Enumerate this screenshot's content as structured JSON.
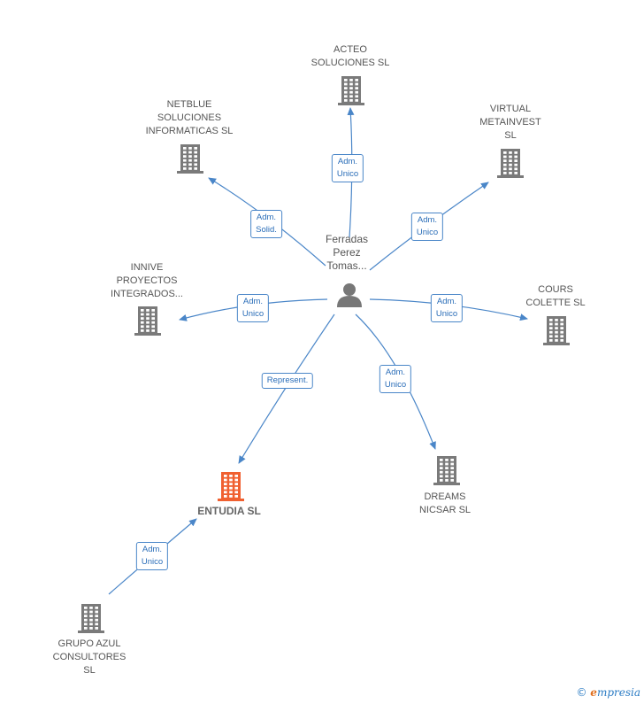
{
  "center": {
    "label": "Ferradas\nPerez\nTomas..."
  },
  "companies": [
    {
      "id": "acteo",
      "label": "ACTEO\nSOLUCIONES SL",
      "main": false
    },
    {
      "id": "netblue",
      "label": "NETBLUE\nSOLUCIONES\nINFORMATICAS SL",
      "main": false
    },
    {
      "id": "virtual",
      "label": "VIRTUAL\nMETAINVEST\nSL",
      "main": false
    },
    {
      "id": "innive",
      "label": "INNIVE\nPROYECTOS\nINTEGRADOS...",
      "main": false
    },
    {
      "id": "cours",
      "label": "COURS\nCOLETTE SL",
      "main": false
    },
    {
      "id": "dreams",
      "label": "DREAMS\nNICSAR SL",
      "main": false
    },
    {
      "id": "entudia",
      "label": "ENTUDIA SL",
      "main": true
    },
    {
      "id": "grupo",
      "label": "GRUPO AZUL\nCONSULTORES\nSL",
      "main": false
    }
  ],
  "edges": [
    {
      "from": "center",
      "to": "acteo",
      "label": "Adm.\nUnico"
    },
    {
      "from": "center",
      "to": "netblue",
      "label": "Adm.\nSolid."
    },
    {
      "from": "center",
      "to": "virtual",
      "label": "Adm.\nUnico"
    },
    {
      "from": "center",
      "to": "innive",
      "label": "Adm.\nUnico"
    },
    {
      "from": "center",
      "to": "cours",
      "label": "Adm.\nUnico"
    },
    {
      "from": "center",
      "to": "dreams",
      "label": "Adm.\nUnico"
    },
    {
      "from": "center",
      "to": "entudia",
      "label": "Represent."
    },
    {
      "from": "grupo",
      "to": "entudia",
      "label": "Adm.\nUnico"
    }
  ],
  "colors": {
    "building": "#7a7a7a",
    "building_main": "#f06030",
    "edge": "#4a86c8",
    "person": "#777777"
  },
  "footer": {
    "copyright": "©",
    "brand_initial": "e",
    "brand_rest": "mpresia"
  }
}
